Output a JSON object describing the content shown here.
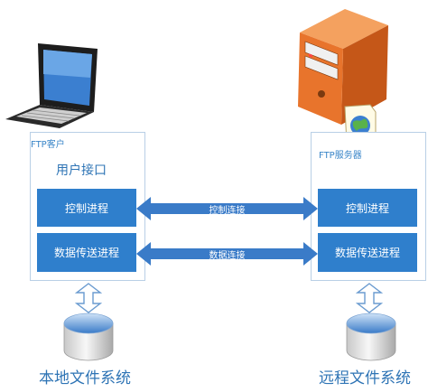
{
  "client": {
    "caption": "FTP客户",
    "user_interface": "用户接口",
    "control_process": "控制进程",
    "data_process": "数据传送进程",
    "fs_label": "本地文件系统"
  },
  "server": {
    "caption": "FTP服务器",
    "control_process": "控制进程",
    "data_process": "数据传送进程",
    "fs_label": "远程文件系统"
  },
  "links": {
    "control": "控制连接",
    "data": "数据连接"
  },
  "colors": {
    "process_fill": "#2f7fcc",
    "arrow_fill": "#3a7bc8",
    "panel_border": "#b9cfe6",
    "server_orange": "#e8742c"
  },
  "icons": {
    "client": "laptop-icon",
    "server": "server-tower-icon",
    "server_file": "globe-document-icon",
    "storage": "database-cylinder-icon"
  }
}
